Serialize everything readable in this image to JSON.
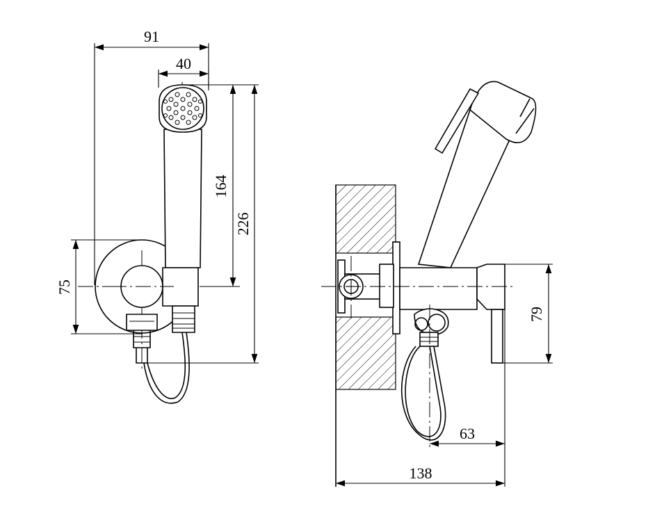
{
  "front_view": {
    "dim_width_total": "91",
    "dim_head_width": "40",
    "dim_handle_length": "164",
    "dim_total_height": "226",
    "dim_flange": "75"
  },
  "side_view": {
    "dim_projection": "138",
    "dim_hose_offset": "63",
    "dim_body_height": "79"
  }
}
